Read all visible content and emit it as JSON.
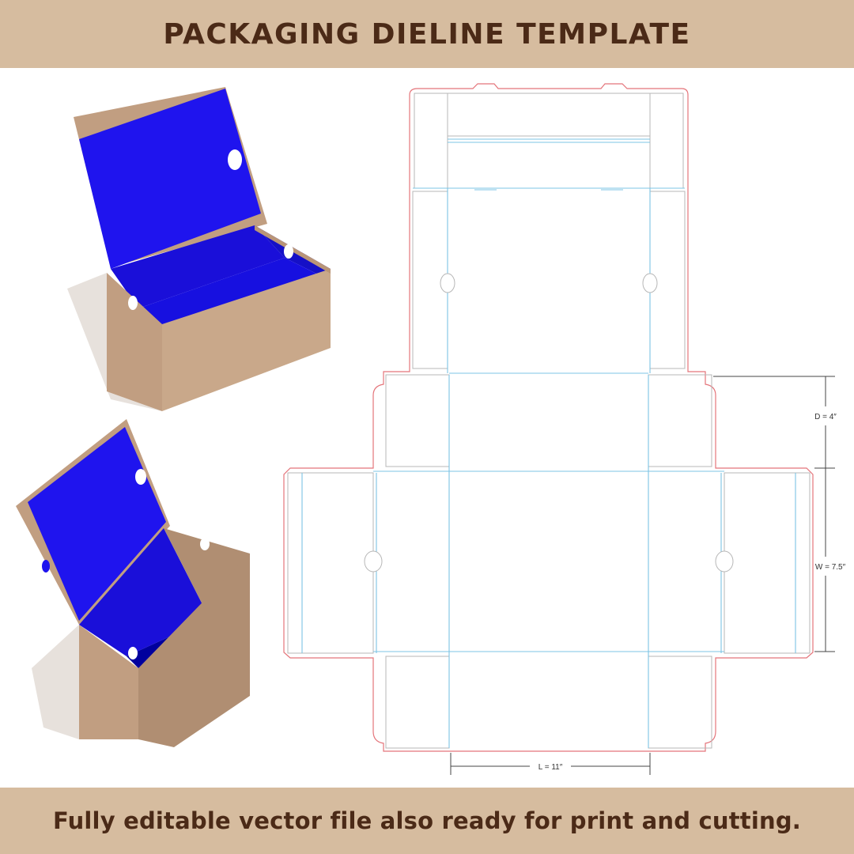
{
  "header": {
    "title": "PACKAGING DIELINE TEMPLATE"
  },
  "footer": {
    "caption": "Fully editable vector file also ready for print and cutting."
  },
  "dimensions": {
    "depth": "D = 4″",
    "width": "W = 7.5″",
    "length": "L = 11″"
  },
  "colors": {
    "banner": "#d6bc9f",
    "banner_text": "#4b2a17",
    "kraft_outside": "#c19e81",
    "box_inside": "#1f14ee",
    "cut_line": "#e4747a",
    "fold_line": "#7cc4e4",
    "dimension_line": "#444444"
  }
}
